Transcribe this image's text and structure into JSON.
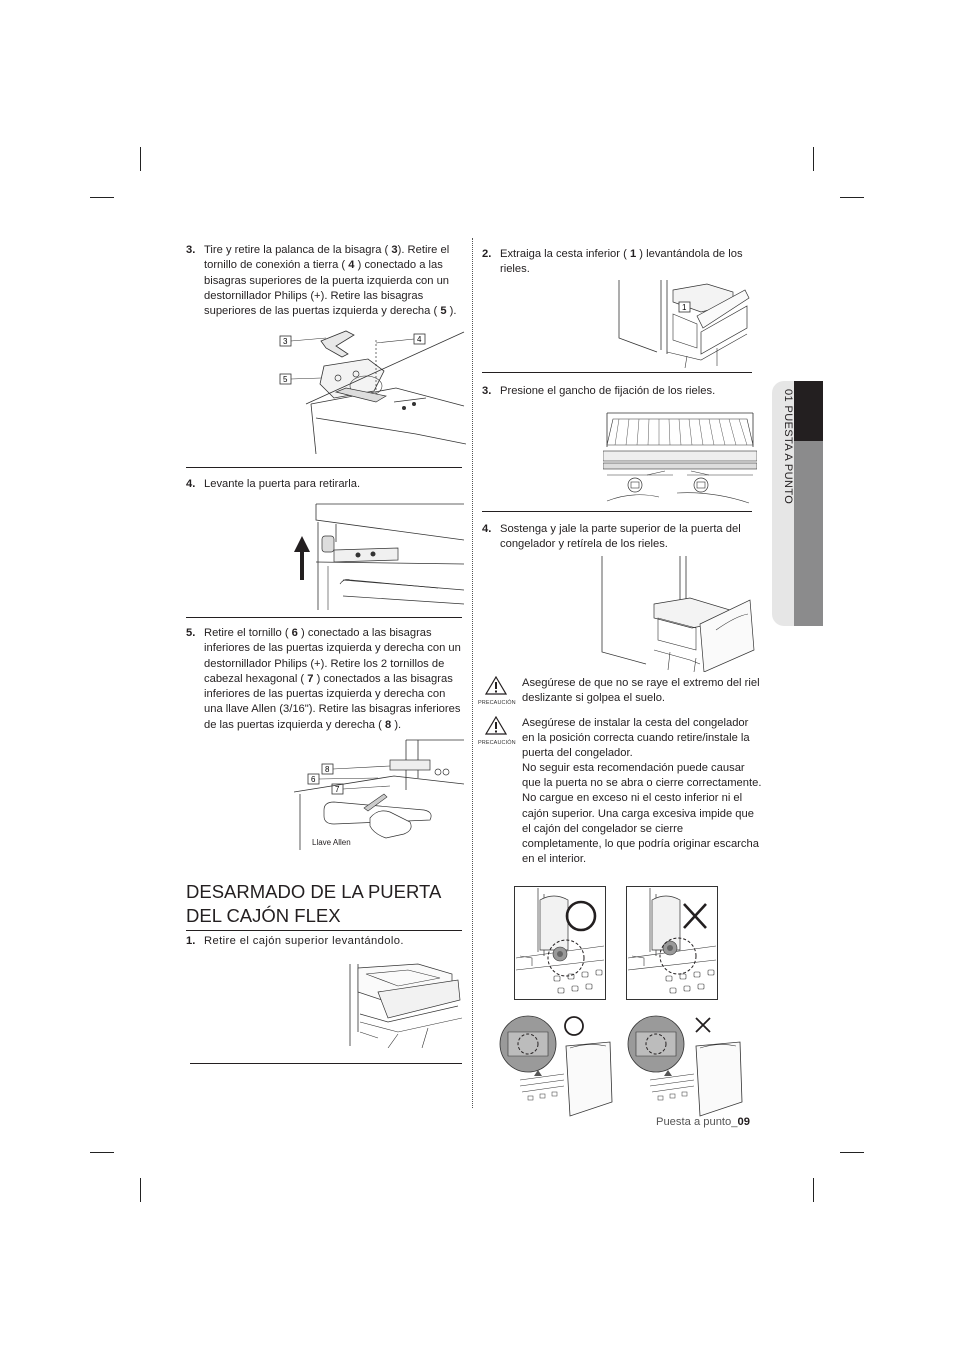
{
  "left": {
    "step3": {
      "num": "3.",
      "text_a": "Tire y retire la palanca de la bisagra (",
      "ref_a": "3",
      "text_b": "). Retire el tornillo de conexión a tierra (",
      "ref_b": "4",
      "text_c": ") conectado a las bisagras superiores de la puerta izquierda con un destornillador Philips (+). Retire las bisagras superiores de las puertas izquierda y derecha (",
      "ref_c": "5",
      "text_d": ")."
    },
    "step3_fig": {
      "c3": "3",
      "c4": "4",
      "c5": "5"
    },
    "step4": {
      "num": "4.",
      "text": "Levante la puerta para retirarla."
    },
    "step5": {
      "num": "5.",
      "text_a": "Retire el tornillo (",
      "ref_a": "6",
      "text_b": ") conectado a las bisagras inferiores de las puertas izquierda y derecha con un destornillador Philips (+). Retire los 2 tornillos de cabezal hexagonal (",
      "ref_b": "7",
      "text_c": ") conectados a las bisagras inferiores de las puertas izquierda y derecha con una llave Allen (3/16\"). Retire las bisagras inferiores de las puertas izquierda y derecha (",
      "ref_c": "8",
      "text_d": ")."
    },
    "step5_fig": {
      "c6": "6",
      "c7": "7",
      "c8": "8",
      "llave": "Llave Allen"
    },
    "section_title": "DESARMADO DE LA PUERTA DEL CAJÓN FLEX",
    "step1": {
      "num": "1.",
      "text": "Retire el cajón superior levantándolo."
    }
  },
  "right": {
    "step2": {
      "num": "2.",
      "text_a": "Extraiga la cesta inferior (",
      "ref_a": "1",
      "text_b": ") levantándola de los rieles."
    },
    "step2_fig": {
      "c1": "1"
    },
    "step3": {
      "num": "3.",
      "text": "Presione el gancho de fijación de los rieles."
    },
    "step4": {
      "num": "4.",
      "text": "Sostenga y jale la parte superior de la puerta del congelador y retírela de los rieles."
    },
    "caution1": {
      "label": "PRECAUCIÓN",
      "text": "Asegúrese de que no se raye el extremo del riel deslizante si golpea el suelo."
    },
    "caution2": {
      "label": "PRECAUCIÓN",
      "text1": "Asegúrese de instalar la cesta del congelador en la posición correcta cuando retire/instale la puerta del congelador.",
      "text2": "No seguir esta recomendación puede causar que la puerta no se abra o cierre correctamente.",
      "text3": "No cargue en exceso ni el cesto inferior ni el cajón superior. Una carga excesiva impide que el cajón del congelador se cierre completamente, lo que podría originar escarcha en el interior."
    }
  },
  "side_tab": "01  PUESTA A PUNTO",
  "footer": {
    "text": "Puesta a punto_",
    "page": "09"
  }
}
